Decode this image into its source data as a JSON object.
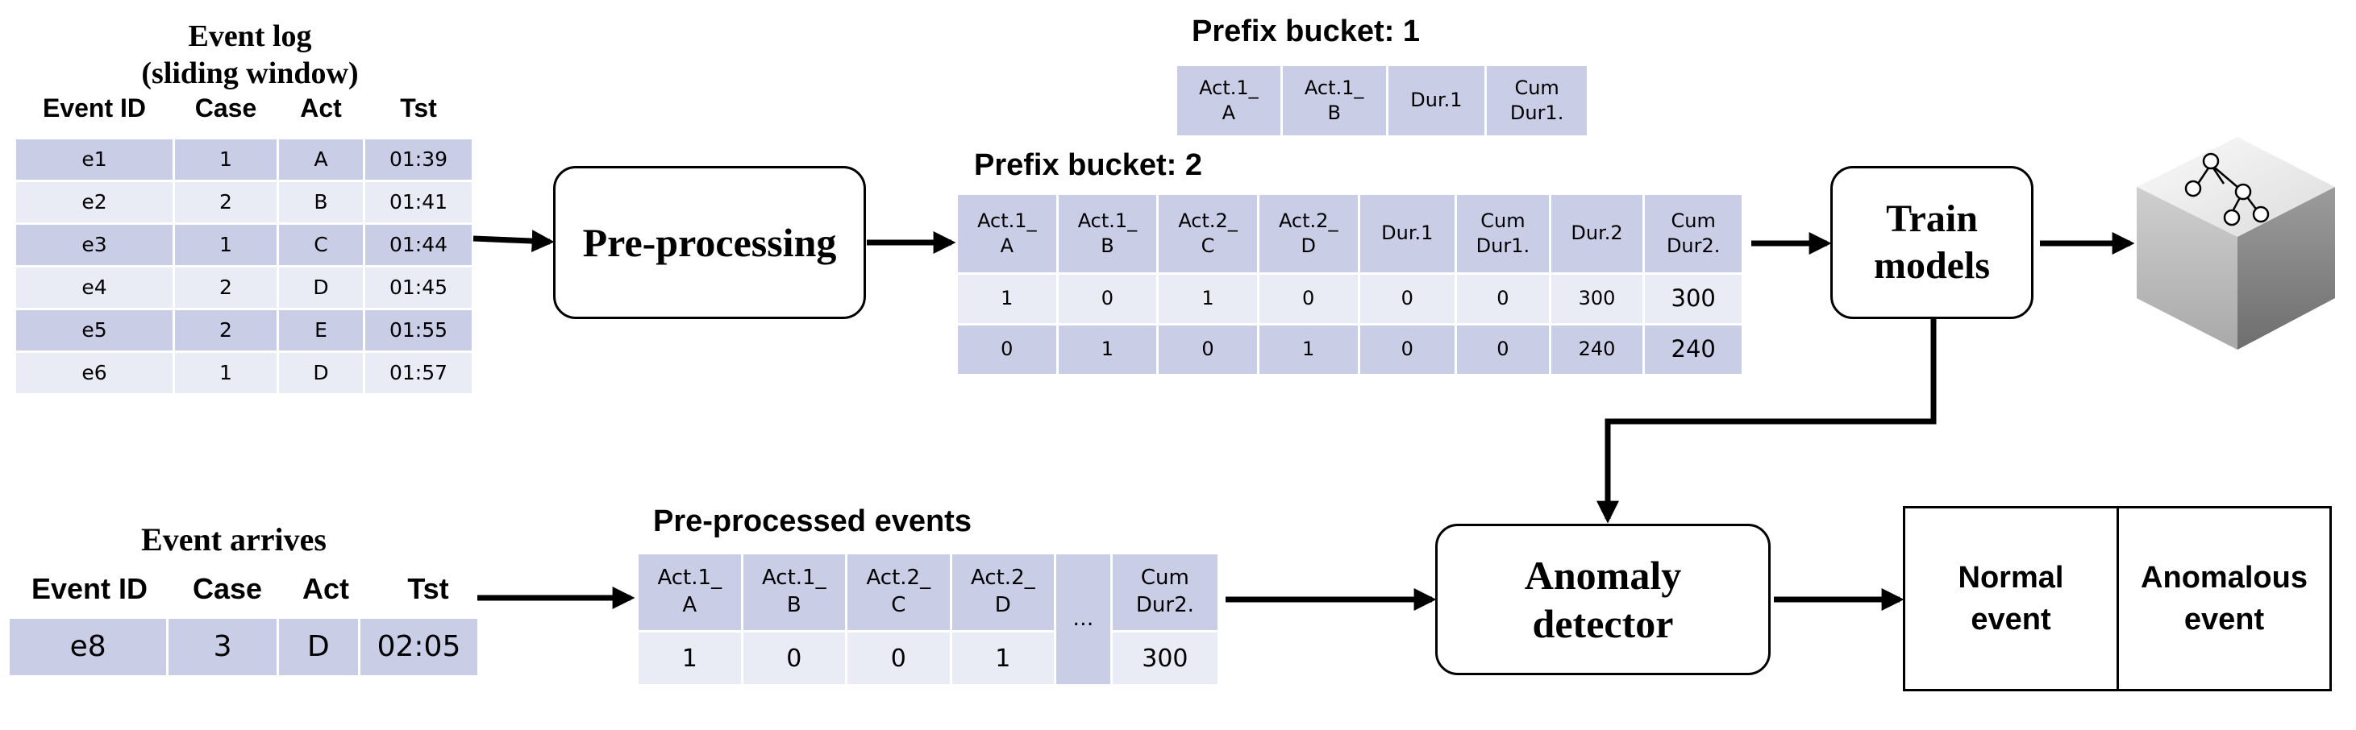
{
  "event_log": {
    "title_line1": "Event log",
    "title_line2": "(sliding window)",
    "headers": [
      "Event ID",
      "Case",
      "Act",
      "Tst"
    ],
    "rows": [
      [
        "e1",
        "1",
        "A",
        "01:39"
      ],
      [
        "e2",
        "2",
        "B",
        "01:41"
      ],
      [
        "e3",
        "1",
        "C",
        "01:44"
      ],
      [
        "e4",
        "2",
        "D",
        "01:45"
      ],
      [
        "e5",
        "2",
        "E",
        "01:55"
      ],
      [
        "e6",
        "1",
        "D",
        "01:57"
      ]
    ]
  },
  "preprocessing_label": "Pre-processing",
  "prefix_bucket_1": {
    "title": "Prefix bucket: 1",
    "headers": [
      "Act.1_\nA",
      "Act.1_\nB",
      "Dur.1",
      "Cum\nDur1."
    ]
  },
  "prefix_bucket_2": {
    "title": "Prefix bucket: 2",
    "headers": [
      "Act.1_\nA",
      "Act.1_\nB",
      "Act.2_\nC",
      "Act.2_\nD",
      "Dur.1",
      "Cum\nDur1.",
      "Dur.2",
      "Cum\nDur2."
    ],
    "rows": [
      [
        "1",
        "0",
        "1",
        "0",
        "0",
        "0",
        "300",
        "300"
      ],
      [
        "0",
        "1",
        "0",
        "1",
        "0",
        "0",
        "240",
        "240"
      ]
    ]
  },
  "train_models_line1": "Train",
  "train_models_line2": "models",
  "model_icon": "decision-tree-cube-icon",
  "event_arrives": {
    "title": "Event arrives",
    "headers": [
      "Event ID",
      "Case",
      "Act",
      "Tst"
    ],
    "row": [
      "e8",
      "3",
      "D",
      "02:05"
    ]
  },
  "preprocessed_events": {
    "title": "Pre-processed events",
    "headers": [
      "Act.1_\nA",
      "Act.1_\nB",
      "Act.2_\nC",
      "Act.2_\nD",
      "…",
      "Cum\nDur2."
    ],
    "row": [
      "1",
      "0",
      "0",
      "1",
      "",
      "300"
    ]
  },
  "anomaly_detector_line1": "Anomaly",
  "anomaly_detector_line2": "detector",
  "output": {
    "normal_line1": "Normal",
    "normal_line2": "event",
    "anomalous_line1": "Anomalous",
    "anomalous_line2": "event"
  },
  "colors": {
    "cell_dark": "#c9cde6",
    "cell_light": "#e9ebf5",
    "stroke": "#000000"
  }
}
